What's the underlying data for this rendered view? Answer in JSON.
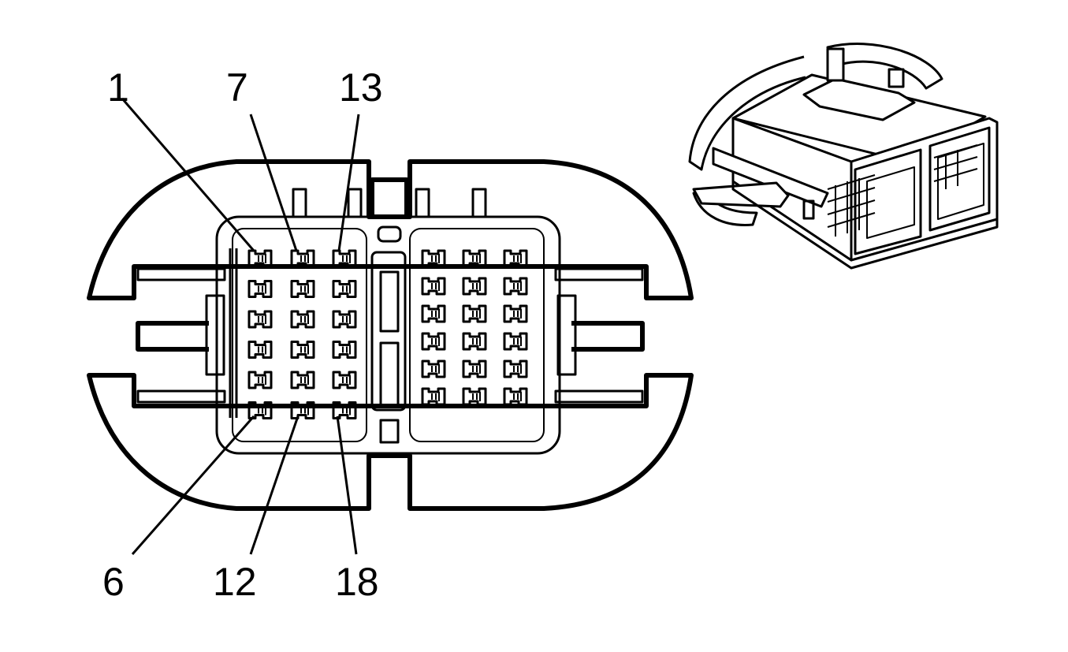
{
  "diagram": {
    "pin_labels": {
      "top": [
        "1",
        "7",
        "13"
      ],
      "bottom": [
        "6",
        "12",
        "18"
      ]
    },
    "cavity_rows": 6,
    "left_cavity_columns": 3,
    "right_cavity_columns": 3
  }
}
